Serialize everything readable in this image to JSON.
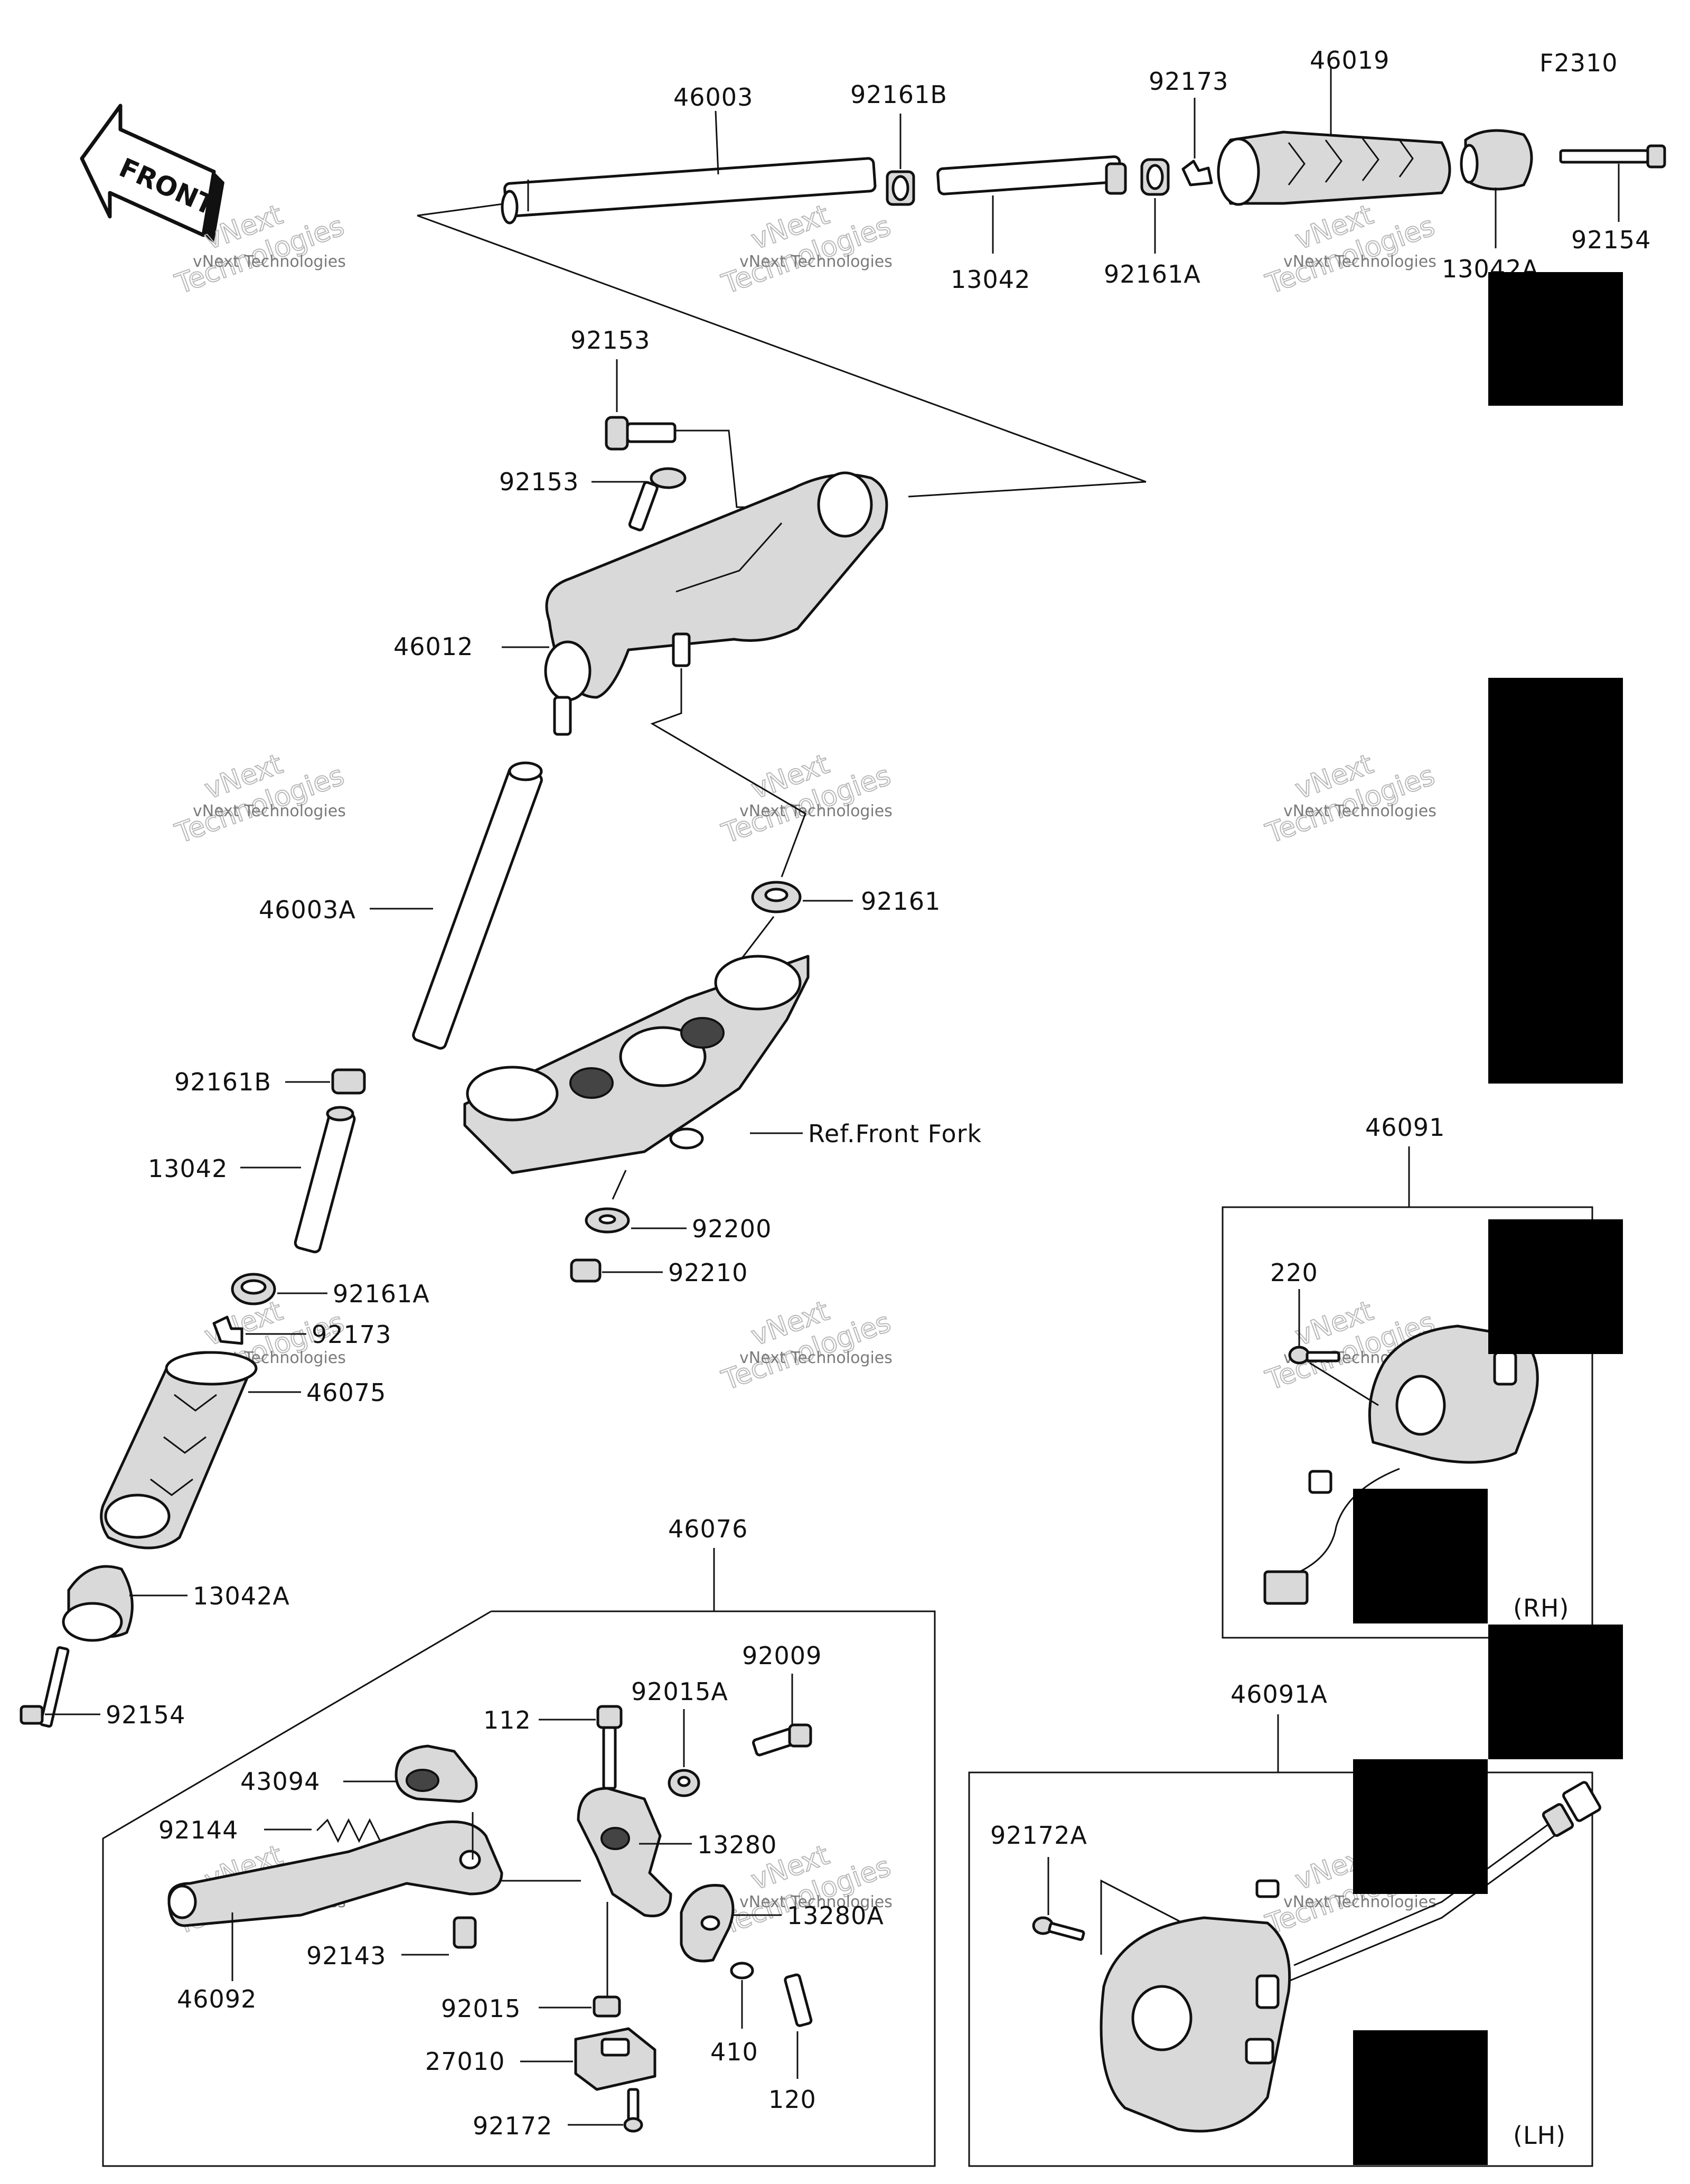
{
  "diagram_code": "F2310",
  "front_badge": "FRONT",
  "watermark": {
    "line1": "vNext Technologies",
    "line2": "vNext",
    "line3": "Technologies"
  },
  "parts": {
    "p46003": "46003",
    "p92161B_top": "92161B",
    "p92173_top": "92173",
    "p46019": "46019",
    "p13042_top": "13042",
    "p92161A_top": "92161A",
    "p13042A_top": "13042A",
    "p92154_top": "92154",
    "p92153_a": "92153",
    "p92153_b": "92153",
    "p46012": "46012",
    "p46003A": "46003A",
    "p92161": "92161",
    "p92161B": "92161B",
    "p13042": "13042",
    "p92161A": "92161A",
    "p92173": "92173",
    "p46075": "46075",
    "p13042A": "13042A",
    "p92154": "92154",
    "ref_front_fork": "Ref.Front Fork",
    "p92200": "92200",
    "p92210": "92210",
    "p46076": "46076",
    "p112": "112",
    "p92015A": "92015A",
    "p92009": "92009",
    "p43094": "43094",
    "p13280": "13280",
    "p92144": "92144",
    "p13280A": "13280A",
    "p92143": "92143",
    "p46092": "46092",
    "p92015": "92015",
    "p410": "410",
    "p120": "120",
    "p27010": "27010",
    "p92172": "92172",
    "p46091": "46091",
    "p220": "220",
    "rh": "(RH)",
    "p46091A": "46091A",
    "p92172A": "92172A",
    "lh": "(LH)"
  },
  "colors": {
    "line": "#111111",
    "shade": "#d9d9d9",
    "redaction": "#000000",
    "watermark": "#b8b8b8"
  }
}
